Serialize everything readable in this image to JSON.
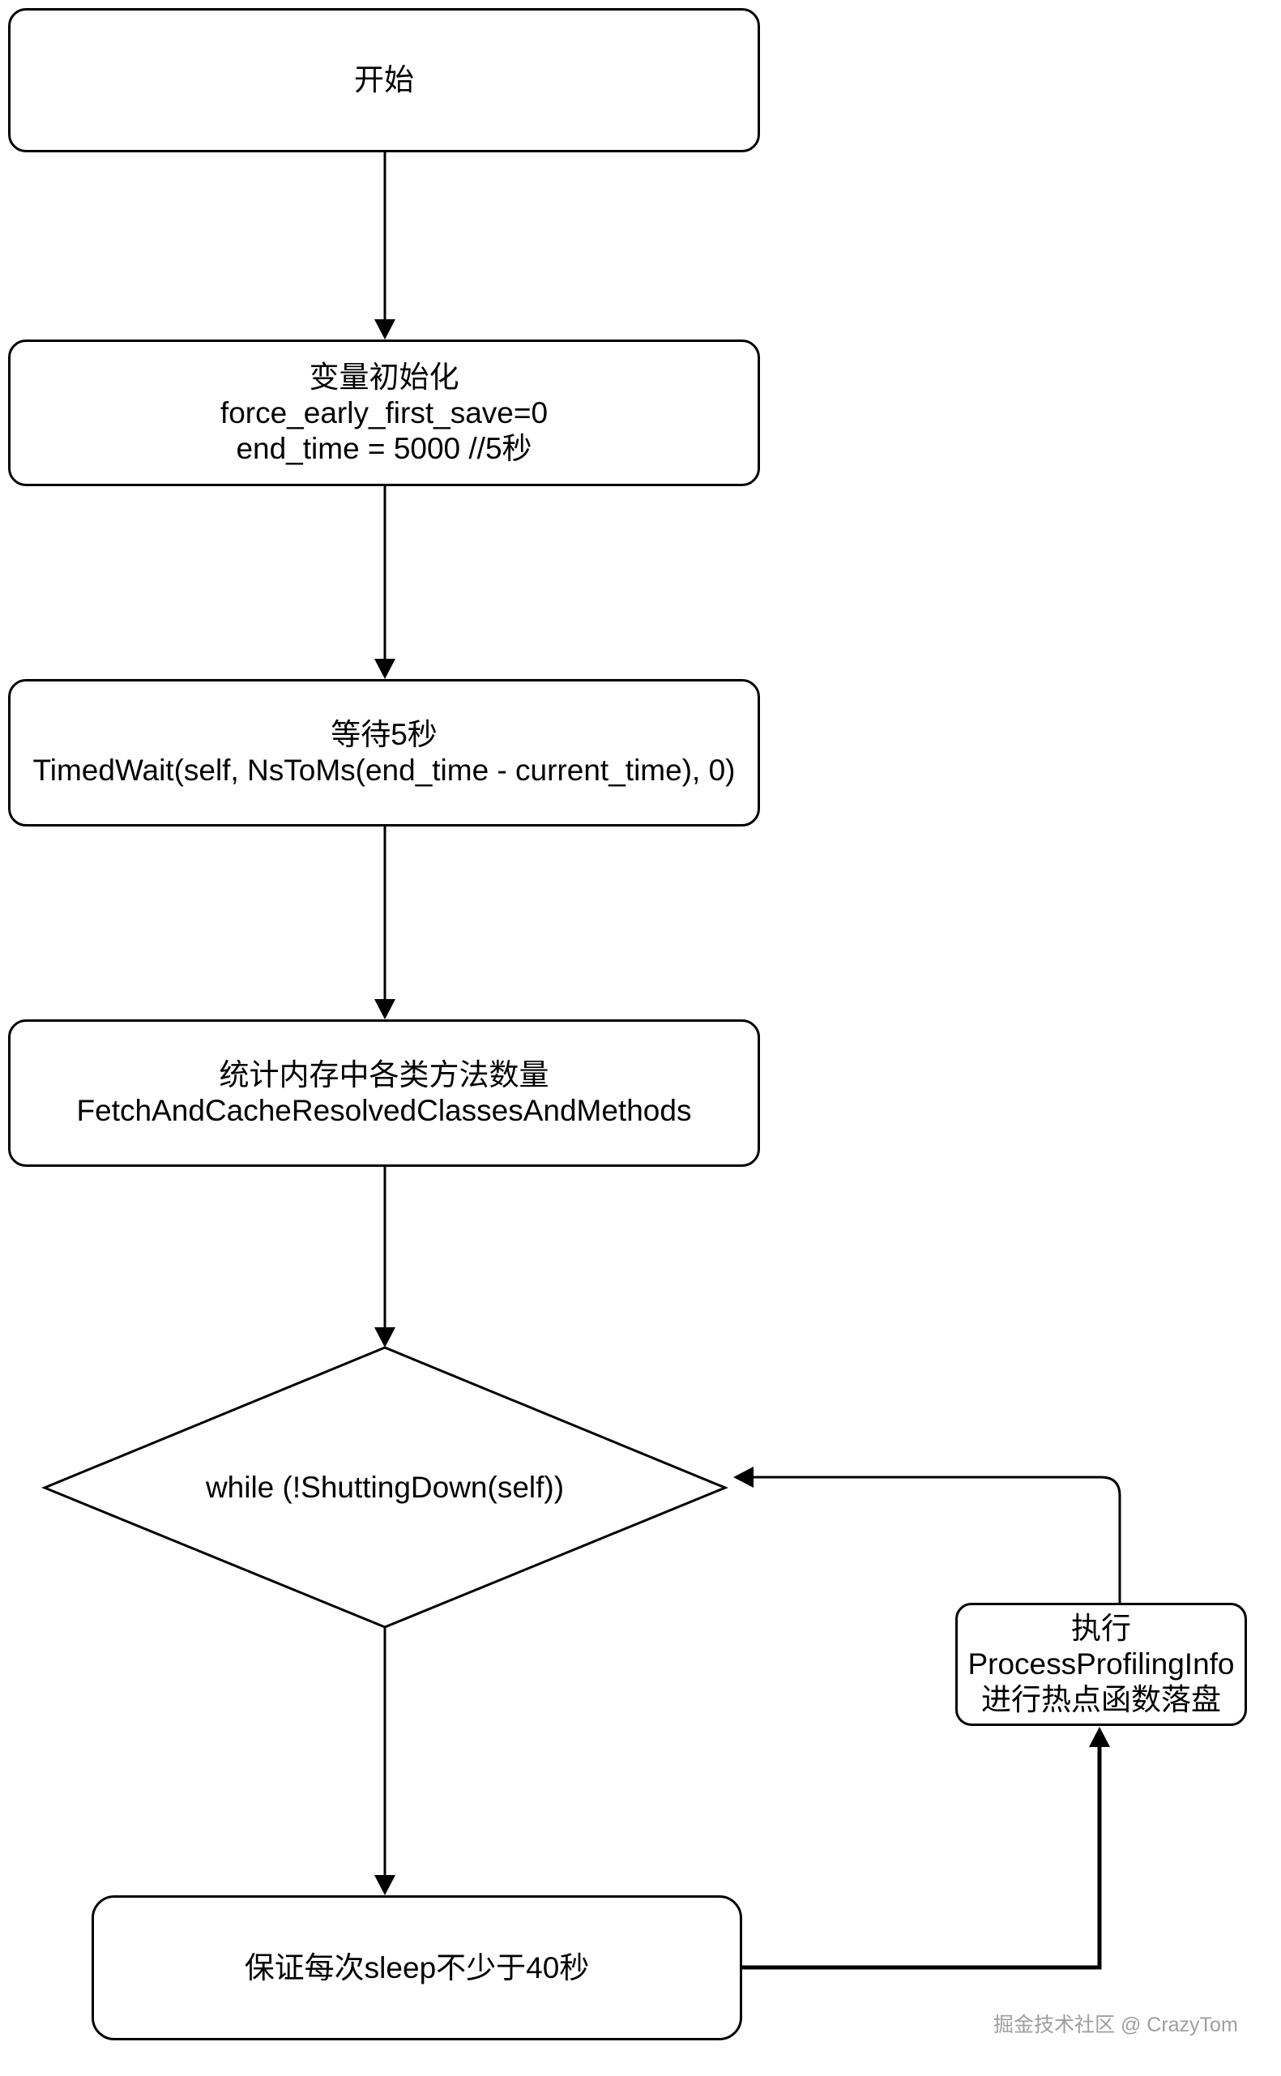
{
  "page": {
    "background_color": "#ffffff"
  },
  "flowchart": {
    "stroke_color": "#000000",
    "text_color": "#000000",
    "nodes": {
      "start": {
        "type": "rounded-rect",
        "lines": [
          "开始"
        ]
      },
      "init": {
        "type": "rounded-rect",
        "lines": [
          "变量初始化",
          "force_early_first_save=0",
          "end_time = 5000 //5秒"
        ]
      },
      "wait": {
        "type": "rounded-rect",
        "lines": [
          "等待5秒",
          "TimedWait(self, NsToMs(end_time - current_time), 0)"
        ]
      },
      "fetch": {
        "type": "rounded-rect",
        "lines": [
          "统计内存中各类方法数量",
          "FetchAndCacheResolvedClassesAndMethods"
        ]
      },
      "loop": {
        "type": "diamond",
        "lines": [
          "while (!ShuttingDown(self))"
        ]
      },
      "process": {
        "type": "rounded-rect",
        "lines": [
          "执行",
          "ProcessProfilingInfo",
          "进行热点函数落盘"
        ]
      },
      "sleep": {
        "type": "rounded-rect",
        "lines": [
          "保证每次sleep不少于40秒"
        ]
      }
    },
    "edges": [
      {
        "from": "start",
        "to": "init",
        "direction": "down"
      },
      {
        "from": "init",
        "to": "wait",
        "direction": "down"
      },
      {
        "from": "wait",
        "to": "fetch",
        "direction": "down"
      },
      {
        "from": "fetch",
        "to": "loop",
        "direction": "down"
      },
      {
        "from": "loop",
        "to": "sleep",
        "direction": "down"
      },
      {
        "from": "sleep",
        "to": "process",
        "direction": "right-up"
      },
      {
        "from": "process",
        "to": "loop",
        "direction": "up-left"
      }
    ]
  },
  "watermark": {
    "text": "掘金技术社区 @ CrazyTom",
    "color": "#9e9e9e"
  }
}
